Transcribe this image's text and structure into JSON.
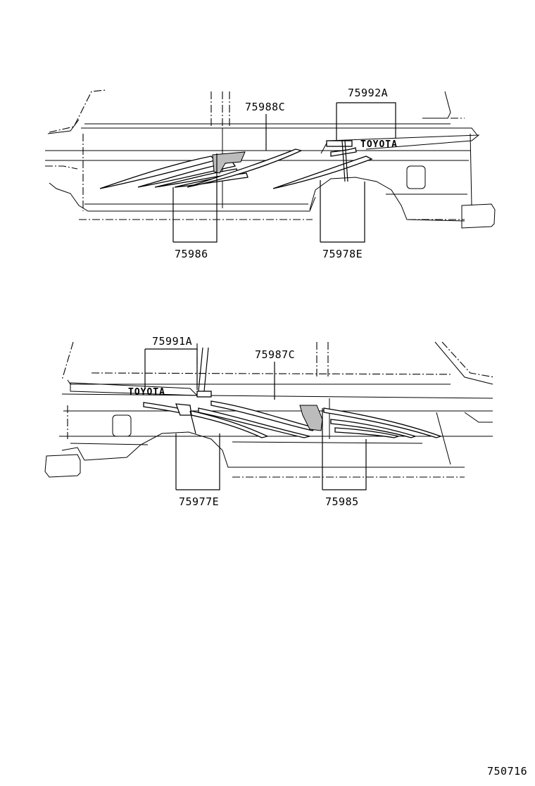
{
  "diagram": {
    "figure_code": "750716",
    "upper_view": {
      "labels": {
        "stripe_center": "75988C",
        "emblem": "75992A",
        "stripe_front": "75986",
        "stripe_rear": "75978E"
      },
      "brand_text": "TOYOTA"
    },
    "lower_view": {
      "labels": {
        "emblem": "75991A",
        "stripe_center": "75987C",
        "stripe_rear": "75977E",
        "stripe_front": "75985"
      },
      "brand_text": "TOYOTA"
    }
  }
}
